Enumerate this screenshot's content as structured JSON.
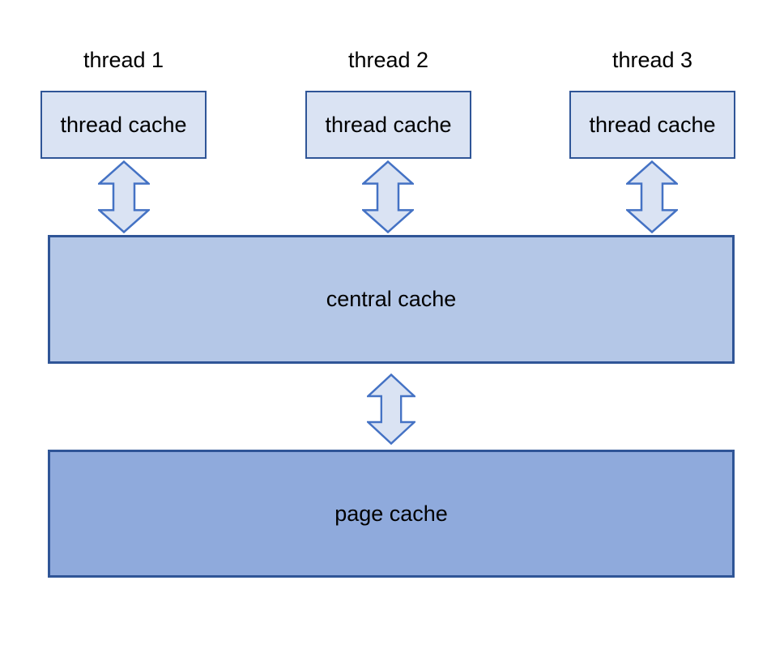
{
  "diagram": {
    "threads": [
      {
        "label": "thread 1",
        "cache_label": "thread cache"
      },
      {
        "label": "thread 2",
        "cache_label": "thread cache"
      },
      {
        "label": "thread 3",
        "cache_label": "thread cache"
      }
    ],
    "central_cache_label": "central cache",
    "page_cache_label": "page cache",
    "colors": {
      "thread_cache_fill": "#dae3f3",
      "central_cache_fill": "#b4c7e7",
      "page_cache_fill": "#8faadc",
      "box_border": "#2f5597",
      "arrow_fill": "#dae3f3",
      "arrow_stroke": "#4472c4",
      "text": "#000000"
    }
  }
}
